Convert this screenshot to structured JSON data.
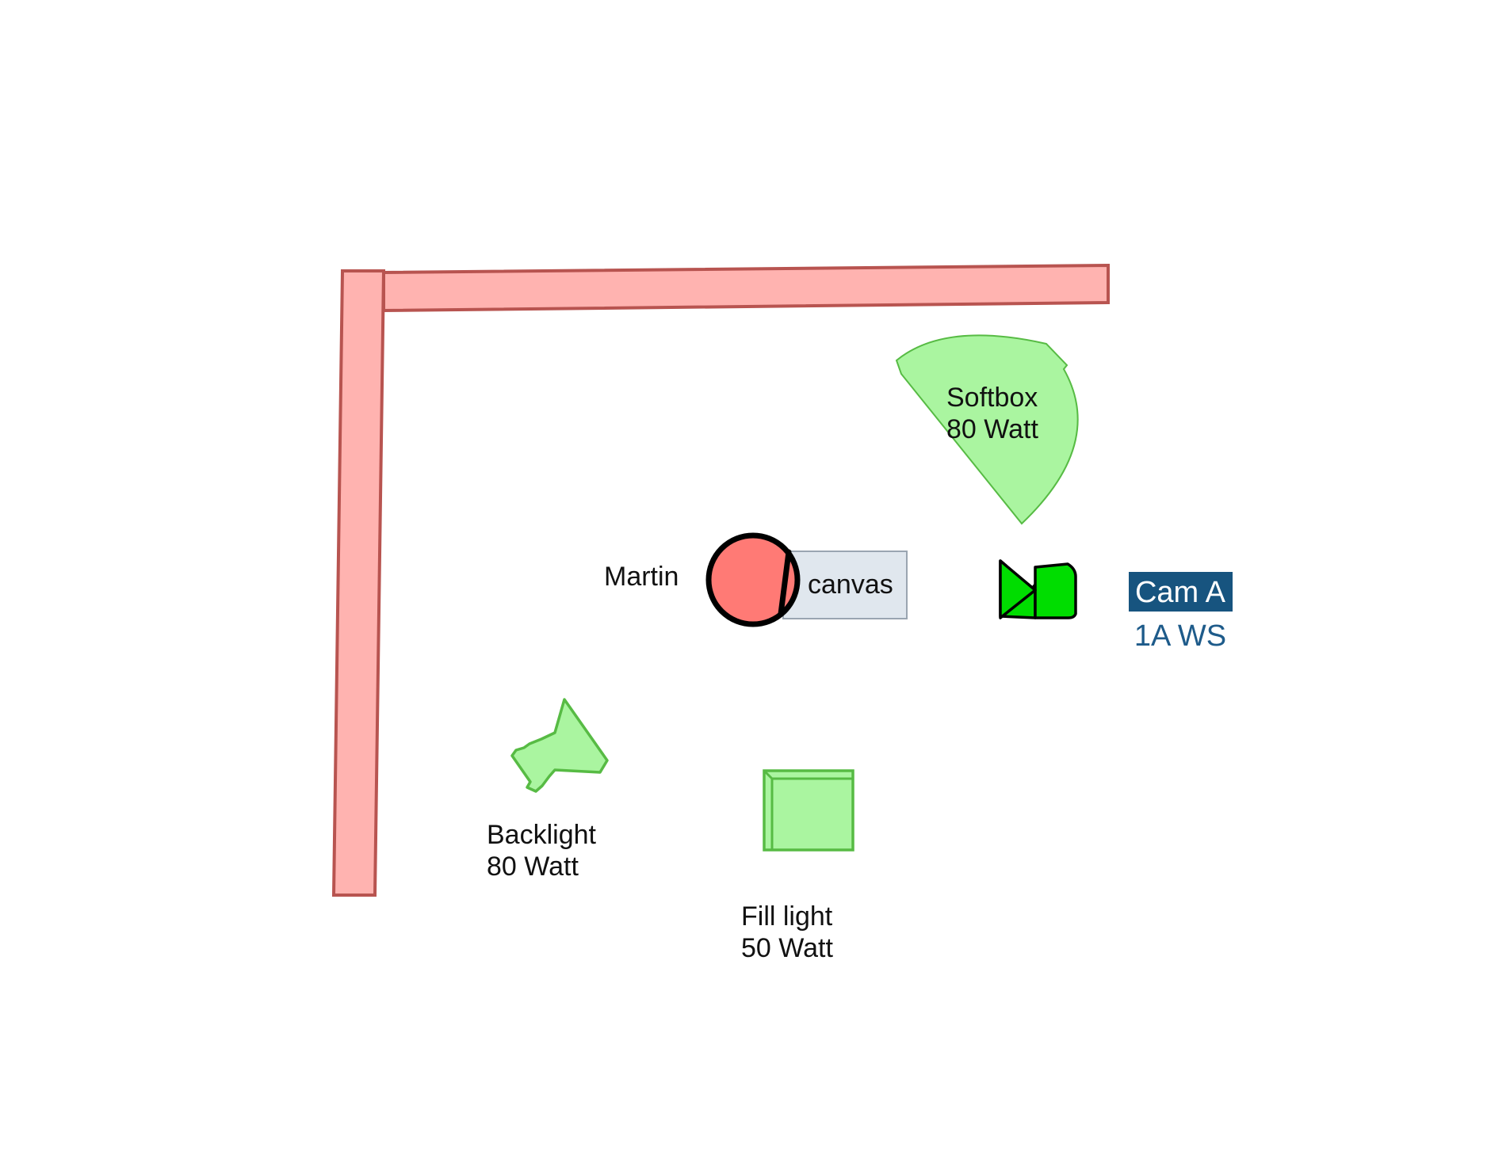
{
  "colors": {
    "wall_fill": "#ffb3b0",
    "wall_stroke": "#b85450",
    "light_fill": "#aaf5a0",
    "light_stroke": "#57bb44",
    "camera_fill": "#00dd00",
    "person_fill": "#ff7a75",
    "canvas_fill": "#e0e7ee",
    "canvas_stroke": "#9aa5b1",
    "cam_tag_bg": "#17547f",
    "cam_shot_color": "#1e5b8a"
  },
  "walls": {
    "top": {
      "name": "wall-top"
    },
    "left": {
      "name": "wall-left"
    }
  },
  "lights": {
    "softbox": {
      "name": "Softbox",
      "watt": "80 Watt",
      "icon": "softbox-icon"
    },
    "backlight": {
      "name": "Backlight",
      "watt": "80 Watt",
      "icon": "spotlight-icon"
    },
    "fill": {
      "name": "Fill light",
      "watt": "50 Watt",
      "icon": "box-light-icon"
    }
  },
  "subject": {
    "name": "Martin",
    "icon": "person-icon"
  },
  "canvas": {
    "label": "canvas"
  },
  "camera": {
    "tag": "Cam A",
    "shot": "1A WS",
    "icon": "camera-icon"
  }
}
